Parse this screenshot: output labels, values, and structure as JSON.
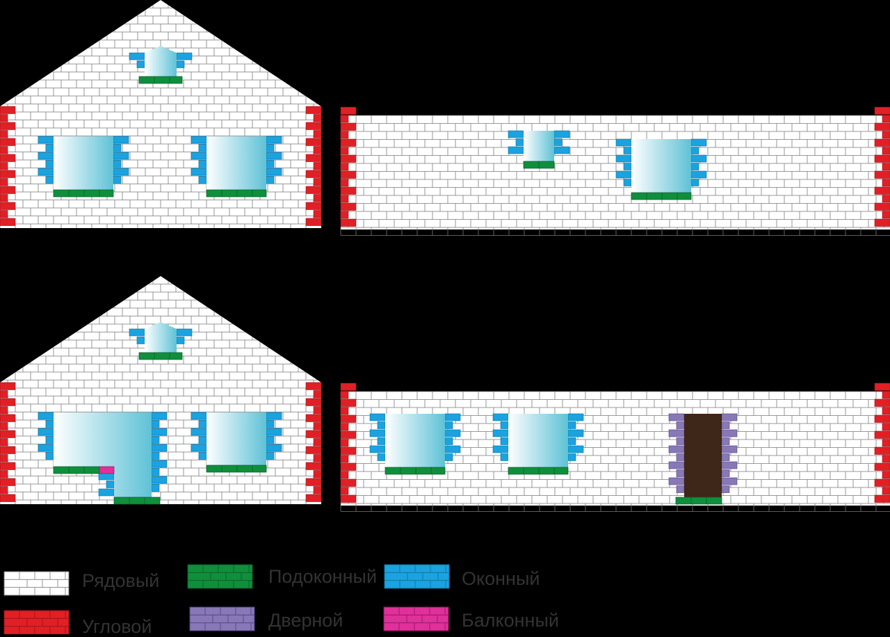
{
  "brick_colors": {
    "ordinary": "#ffffff",
    "corner": "#e02026",
    "sill": "#0f8f3c",
    "door": "#8878b8",
    "window": "#1aa3e0",
    "balcony": "#e0309a",
    "glass_light": "#ffffff",
    "glass_dark": "#5ec2d6",
    "door_leaf": "#3e2618",
    "mortar": "#7a7a7a",
    "background": "#000000"
  },
  "legend": [
    {
      "id": "ordinary",
      "label": "Рядовый"
    },
    {
      "id": "sill",
      "label": "Подоконный"
    },
    {
      "id": "window",
      "label": "Оконный"
    },
    {
      "id": "corner",
      "label": "Угловой"
    },
    {
      "id": "door",
      "label": "Дверной"
    },
    {
      "id": "balcony",
      "label": "Балконный"
    }
  ],
  "walls": [
    {
      "name": "gable-wall-front",
      "type": "gable"
    },
    {
      "name": "long-wall-side",
      "type": "long"
    },
    {
      "name": "gable-wall-back",
      "type": "gable-balcony"
    },
    {
      "name": "long-wall-door",
      "type": "long-door"
    }
  ]
}
